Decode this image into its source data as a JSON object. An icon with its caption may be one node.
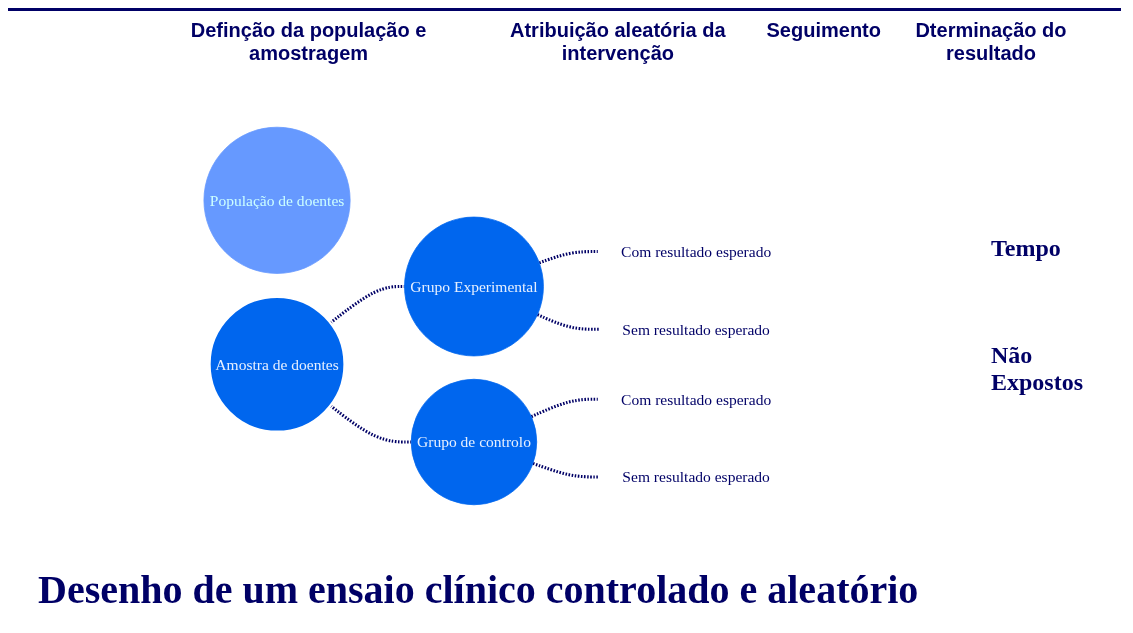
{
  "diagram": {
    "title": "Desenho de um ensaio clínico controlado e aleatório",
    "nodes": [
      {
        "text": [
          "População de doentes"
        ]
      },
      {
        "text": [
          "Amostra de doentes"
        ]
      },
      {
        "text": [
          "Grupo Experimental"
        ]
      },
      {
        "text": [
          "Grupo de controlo"
        ]
      },
      {
        "text": [
          "Com resultado esperado"
        ]
      },
      {
        "text": [
          "Sem resultado esperado"
        ]
      },
      {
        "text": [
          "Com resultado esperado"
        ]
      },
      {
        "text": [
          "Sem resultado esperado"
        ]
      }
    ],
    "edges": [
      {
        "from": 1,
        "to": 2,
        "arrow": "none",
        "style": "dashed"
      },
      {
        "from": 1,
        "to": 3,
        "arrow": "none",
        "style": "dashed"
      },
      {
        "from": 2,
        "to": 4,
        "arrow": "none",
        "style": "dashed"
      },
      {
        "from": 2,
        "to": 5,
        "arrow": "none",
        "style": "dashed"
      },
      {
        "from": 3,
        "to": 6,
        "arrow": "none",
        "style": "dashed"
      },
      {
        "from": 3,
        "to": 7,
        "arrow": "none",
        "style": "dashed"
      }
    ],
    "labels": [
      "Definção da população e amostragem",
      "Atribuição aleatória da intervenção",
      "Seguimento",
      "Dterminação do resultado",
      "Tempo",
      "Não Expostos"
    ]
  }
}
